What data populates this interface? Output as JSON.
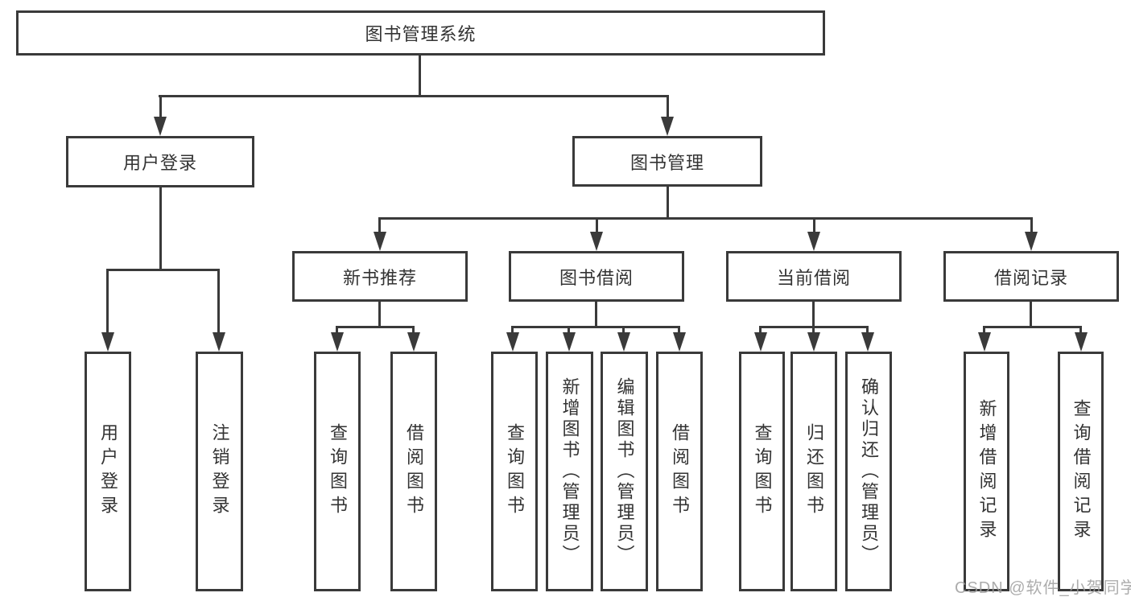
{
  "root_label": "图书管理系统",
  "level2": {
    "user_login": "用户登录",
    "book_management": "图书管理"
  },
  "level3": {
    "new_book_recommend": "新书推荐",
    "book_borrowing": "图书借阅",
    "current_borrowing": "当前借阅",
    "borrowing_records": "借阅记录"
  },
  "leaves": {
    "user_login": "用户登录",
    "logout": "注销登录",
    "nbr_query_books": "查询图书",
    "nbr_borrow_books": "借阅图书",
    "bb_query_books": "查询图书",
    "bb_add_books_admin": "新增图书（管理员）",
    "bb_edit_books_admin": "编辑图书（管理员）",
    "bb_borrow_books": "借阅图书",
    "cb_query_books": "查询图书",
    "cb_return_books": "归还图书",
    "cb_confirm_return_admin": "确认归还（管理员）",
    "br_add_record": "新增借阅记录",
    "br_query_record": "查询借阅记录"
  },
  "watermark": "CSDN @软件_小贺同学",
  "colors": {
    "line": "#3a3a3a",
    "text": "#333333",
    "background": "#ffffff",
    "watermark": "#9e9e9e"
  }
}
